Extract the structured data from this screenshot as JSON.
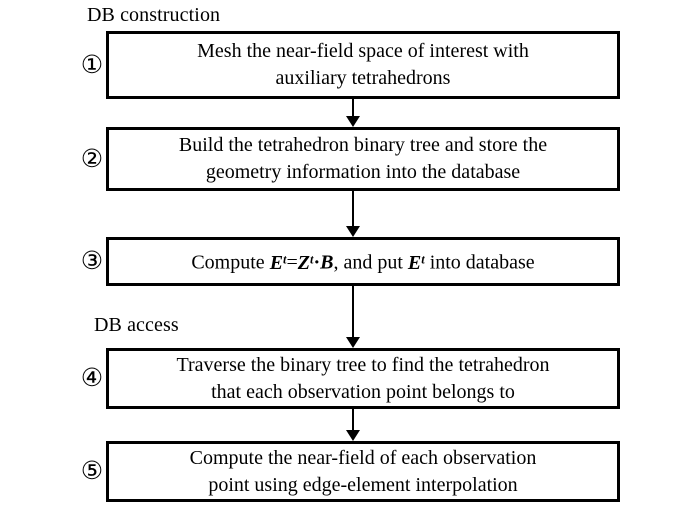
{
  "figure": {
    "type": "flowchart",
    "orientation": "vertical",
    "sections": [
      {
        "id": "db-construction",
        "label": "DB construction",
        "steps": [
          1,
          2,
          3
        ]
      },
      {
        "id": "db-access",
        "label": "DB access",
        "steps": [
          4,
          5
        ]
      }
    ]
  },
  "sections": {
    "construction_label": "DB construction",
    "access_label": "DB access"
  },
  "steps": [
    {
      "number": "①",
      "number_plain": "1",
      "lines": [
        "Mesh the near-field space of interest with",
        "auxiliary tetrahedrons"
      ],
      "text": "Mesh the near-field space of interest with auxiliary tetrahedrons"
    },
    {
      "number": "②",
      "number_plain": "2",
      "lines": [
        "Build the tetrahedron binary tree and store the",
        "geometry information into the database"
      ],
      "text": "Build the tetrahedron binary tree and store the geometry information into the database"
    },
    {
      "number": "③",
      "number_plain": "3",
      "lines": [
        "Compute Eᵗ=Zᵗ·B, and put Eᵗ into database"
      ],
      "text": "Compute E^t=Z^t·B, and put E^t into database",
      "math": {
        "prefix": "Compute ",
        "lhs": "E",
        "lhs_sup": "t",
        "equals": "=",
        "rhs1": "Z",
        "rhs1_sup": "t",
        "operator": "·",
        "rhs2": "B",
        "middle": ", and put ",
        "result": "E",
        "result_sup": "t",
        "suffix": " into database"
      }
    },
    {
      "number": "④",
      "number_plain": "4",
      "lines": [
        "Traverse the binary tree to find the tetrahedron",
        "that each observation point belongs to"
      ],
      "text": "Traverse the binary tree to find the tetrahedron that each observation point belongs to"
    },
    {
      "number": "⑤",
      "number_plain": "5",
      "lines": [
        "Compute the near-field of each observation",
        "point using edge-element interpolation"
      ],
      "text": "Compute the near-field of each observation point using edge-element interpolation"
    }
  ],
  "connectors": [
    {
      "from": 1,
      "to": 2,
      "label": ""
    },
    {
      "from": 2,
      "to": 3,
      "label": ""
    },
    {
      "from": 3,
      "to": 4,
      "label": ""
    },
    {
      "from": 4,
      "to": 5,
      "label": ""
    }
  ],
  "colors": {
    "background": "#ffffff",
    "stroke": "#000000",
    "text": "#000000"
  }
}
